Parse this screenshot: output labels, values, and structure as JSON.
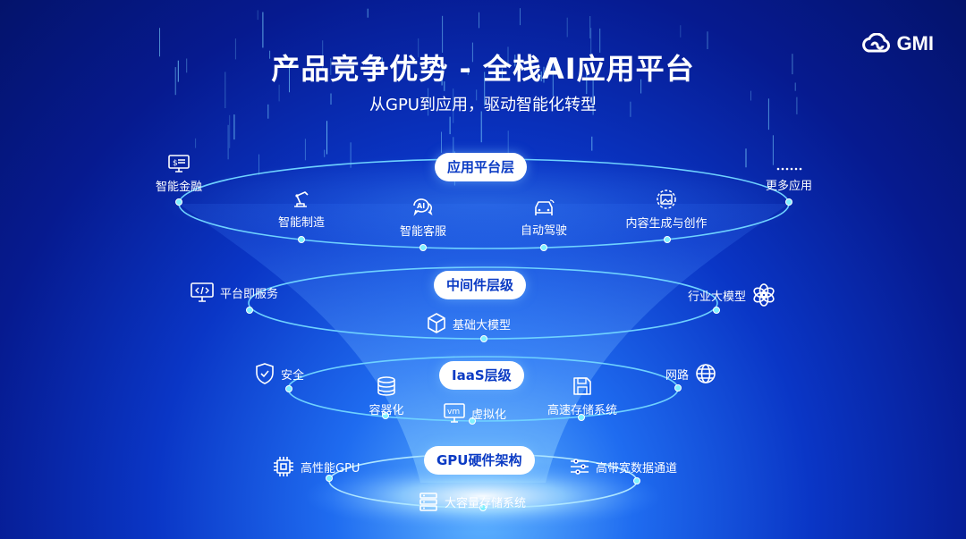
{
  "header": {
    "title": "产品竞争优势 - 全栈AI应用平台",
    "subtitle": "从GPU到应用，驱动智能化转型",
    "logo_text": "GMI"
  },
  "colors": {
    "background": "#0a36c6",
    "accent": "#3fd0ff",
    "pill_bg": "#ffffff",
    "pill_text": "#0b3bc4"
  },
  "layers": [
    {
      "label": "应用平台层",
      "items": [
        {
          "label": "智能金融",
          "icon": "finance-monitor-icon"
        },
        {
          "label": "智能制造",
          "icon": "robot-arm-icon"
        },
        {
          "label": "智能客服",
          "icon": "ai-chat-icon"
        },
        {
          "label": "自动驾驶",
          "icon": "car-icon"
        },
        {
          "label": "内容生成与创作",
          "icon": "image-generate-icon"
        },
        {
          "label": "更多应用",
          "icon": "dots-icon"
        }
      ]
    },
    {
      "label": "中间件层级",
      "items": [
        {
          "label": "平台即服务",
          "icon": "code-monitor-icon"
        },
        {
          "label": "基础大模型",
          "icon": "cube-icon"
        },
        {
          "label": "行业大模型",
          "icon": "openai-icon"
        }
      ]
    },
    {
      "label": "IaaS层级",
      "items": [
        {
          "label": "安全",
          "icon": "shield-icon"
        },
        {
          "label": "容器化",
          "icon": "database-icon"
        },
        {
          "label": "虚拟化",
          "icon": "vm-icon"
        },
        {
          "label": "高速存储系统",
          "icon": "save-icon"
        },
        {
          "label": "网路",
          "icon": "globe-icon"
        }
      ]
    },
    {
      "label": "GPU硬件架构",
      "items": [
        {
          "label": "高性能GPU",
          "icon": "chip-icon"
        },
        {
          "label": "大容量存储系统",
          "icon": "server-icon"
        },
        {
          "label": "高带宽数据通道",
          "icon": "sliders-icon"
        }
      ]
    }
  ]
}
